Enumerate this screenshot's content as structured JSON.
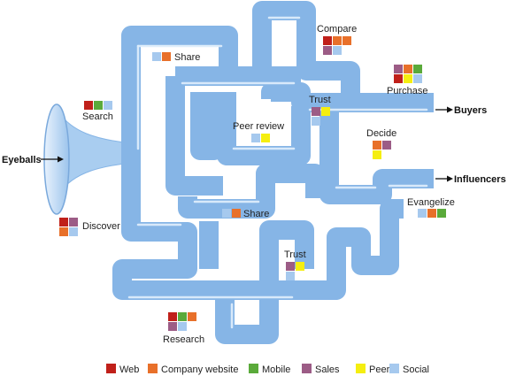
{
  "colors": {
    "web": "#c0201a",
    "company_website": "#e8702a",
    "mobile": "#5aaa3a",
    "sales": "#9c5c86",
    "peers": "#f5ee10",
    "social": "#a6c9ee",
    "pipe": "#86b5e6",
    "funnel": "#cfe4fa"
  },
  "labels": {
    "eyeballs": "Eyeballs",
    "buyers": "Buyers",
    "influencers": "Influencers",
    "search": "Search",
    "discover": "Discover",
    "share_top": "Share",
    "compare": "Compare",
    "purchase": "Purchase",
    "trust_top": "Trust",
    "peer_review": "Peer review",
    "decide": "Decide",
    "share_mid": "Share",
    "evangelize": "Evangelize",
    "trust_bottom": "Trust",
    "research": "Research"
  },
  "legend": [
    {
      "key": "web",
      "label": "Web"
    },
    {
      "key": "company_website",
      "label": "Company website"
    },
    {
      "key": "mobile",
      "label": "Mobile"
    },
    {
      "key": "sales",
      "label": "Sales"
    },
    {
      "key": "peers",
      "label": "Peers"
    },
    {
      "key": "social",
      "label": "Social"
    }
  ],
  "channel_groups": {
    "search": [
      [
        "web",
        "mobile",
        "social"
      ]
    ],
    "discover": [
      [
        "web",
        "sales"
      ],
      [
        "company_website",
        "social"
      ]
    ],
    "share_top": [
      [
        "social",
        "company_website"
      ]
    ],
    "compare": [
      [
        "web",
        "company_website",
        "company_website"
      ],
      [
        "sales",
        "social"
      ]
    ],
    "purchase": [
      [
        "sales",
        "company_website",
        "mobile"
      ],
      [
        "web",
        "peers",
        "social"
      ]
    ],
    "trust_top": [
      [
        "sales",
        "peers"
      ],
      [
        "social"
      ]
    ],
    "peer_review": [
      [
        "social",
        "peers"
      ]
    ],
    "decide": [
      [
        "company_website",
        "sales"
      ],
      [
        "peers"
      ]
    ],
    "share_mid": [
      [
        "social",
        "company_website"
      ]
    ],
    "evangelize": [
      [
        "social",
        "company_website",
        "mobile"
      ]
    ],
    "trust_bottom": [
      [
        "sales",
        "peers"
      ],
      [
        "social"
      ]
    ],
    "research": [
      [
        "web",
        "mobile",
        "company_website"
      ],
      [
        "sales",
        "social"
      ]
    ]
  }
}
